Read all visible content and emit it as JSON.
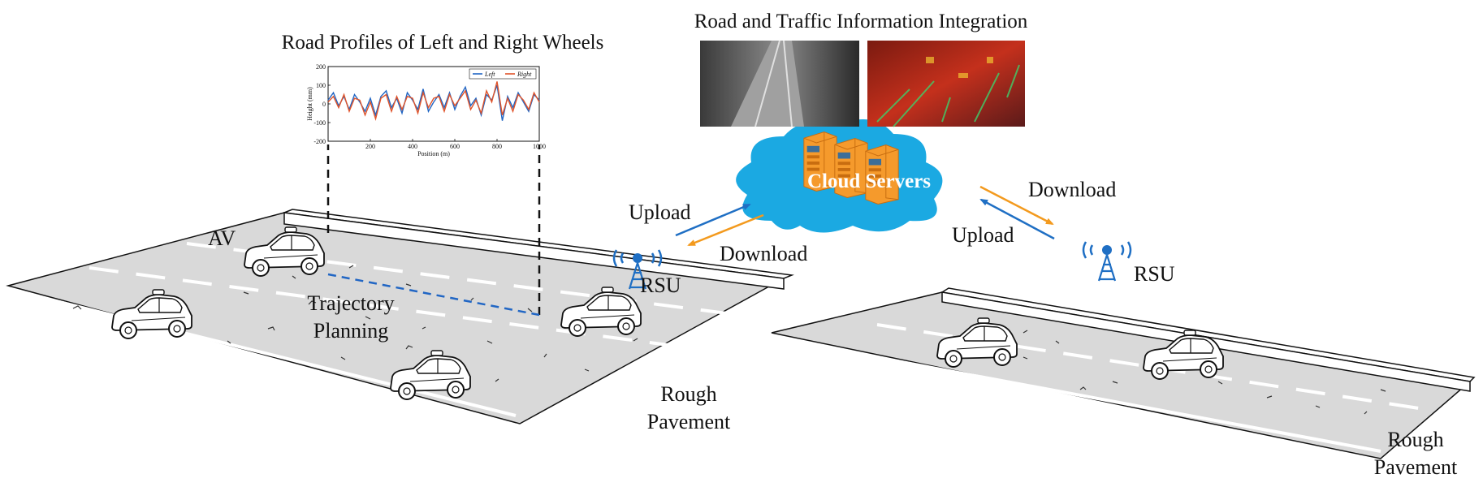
{
  "titles": {
    "road_profiles": "Road Profiles of Left and Right Wheels",
    "integration": "Road and Traffic Information Integration"
  },
  "labels": {
    "av": "AV",
    "trajectory_line1": "Trajectory",
    "trajectory_line2": "Planning",
    "rough_line1": "Rough",
    "rough_line2": "Pavement",
    "rsu": "RSU",
    "upload": "Upload",
    "download": "Download",
    "cloud_servers": "Cloud Servers"
  },
  "colors": {
    "upload_arrow": "#1f6fc4",
    "download_arrow": "#f39a1e",
    "cloud": "#1ba9e2",
    "server": "#f59a2c",
    "left_series": "#2166c4",
    "right_series": "#e0532a",
    "trajectory": "#2166c4",
    "road": "#d9d9d9"
  },
  "icons": [
    "car-icon",
    "rsu-tower-icon",
    "cloud-icon",
    "server-icon",
    "camera-image-icon",
    "lidar-image-icon"
  ],
  "chart_data": {
    "type": "line",
    "title": "",
    "xlabel": "Position (m)",
    "ylabel": "Height (mm)",
    "xlim": [
      0,
      1000
    ],
    "ylim": [
      -200,
      200
    ],
    "xticks": [
      200,
      400,
      600,
      800,
      1000
    ],
    "yticks": [
      -200,
      -100,
      0,
      100,
      200
    ],
    "legend_position": "top-right",
    "series": [
      {
        "name": "Left",
        "x": [
          0,
          25,
          50,
          75,
          100,
          125,
          150,
          175,
          200,
          225,
          250,
          275,
          300,
          325,
          350,
          375,
          400,
          425,
          450,
          475,
          500,
          525,
          550,
          575,
          600,
          625,
          650,
          675,
          700,
          725,
          750,
          775,
          800,
          825,
          850,
          875,
          900,
          925,
          950,
          975,
          1000
        ],
        "values": [
          20,
          60,
          -10,
          40,
          -30,
          50,
          10,
          -40,
          30,
          -60,
          40,
          70,
          -20,
          30,
          -50,
          60,
          20,
          -30,
          80,
          -40,
          10,
          50,
          -20,
          60,
          -30,
          40,
          90,
          -10,
          30,
          -60,
          50,
          20,
          100,
          -90,
          40,
          -20,
          60,
          10,
          -40,
          50,
          20
        ]
      },
      {
        "name": "Right",
        "x": [
          0,
          25,
          50,
          75,
          100,
          125,
          150,
          175,
          200,
          225,
          250,
          275,
          300,
          325,
          350,
          375,
          400,
          425,
          450,
          475,
          500,
          525,
          550,
          575,
          600,
          625,
          650,
          675,
          700,
          725,
          750,
          775,
          800,
          825,
          850,
          875,
          900,
          925,
          950,
          975,
          1000
        ],
        "values": [
          10,
          40,
          -20,
          50,
          -40,
          30,
          20,
          -60,
          10,
          -80,
          30,
          50,
          -40,
          40,
          -30,
          40,
          30,
          -50,
          60,
          -20,
          30,
          40,
          -40,
          50,
          -10,
          30,
          70,
          -30,
          20,
          -50,
          70,
          10,
          120,
          -60,
          30,
          -40,
          50,
          20,
          -30,
          60,
          10
        ]
      }
    ]
  }
}
